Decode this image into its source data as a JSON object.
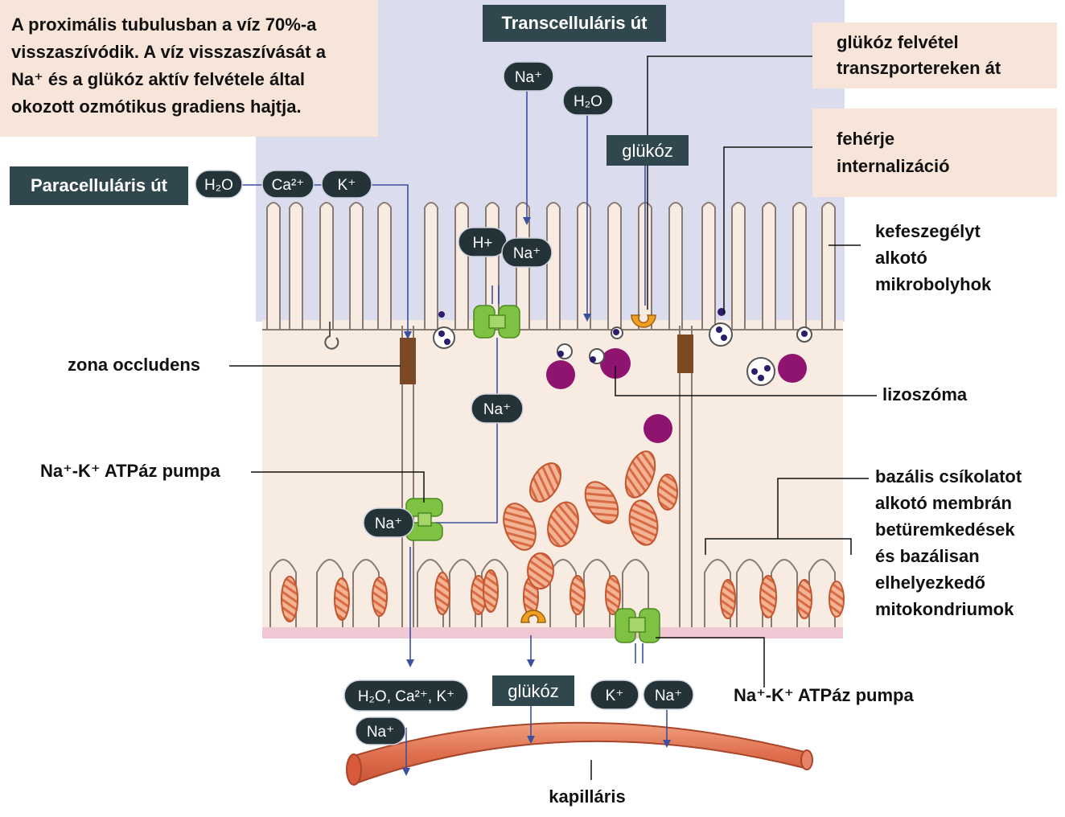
{
  "intro": {
    "lines": [
      "A proximális tubulusban a víz 70%-a",
      "visszaszívódik. A víz visszaszívását a",
      "Na⁺ és a glükóz aktív felvétele által",
      "okozott ozmótikus gradiens hajtja."
    ]
  },
  "headers": {
    "transcellular": "Transcelluláris út",
    "paracellular": "Paracelluláris út"
  },
  "ions": {
    "apical_na": "Na⁺",
    "apical_h2o": "H₂O",
    "para_h2o": "H₂O",
    "para_ca": "Ca²⁺",
    "para_k": "K⁺",
    "exch_h": "H+",
    "exch_na": "Na⁺",
    "cyto_na": "Na⁺",
    "pump_na": "Na⁺",
    "blood_combo": "H₂O, Ca²⁺, K⁺",
    "blood_na": "Na⁺",
    "blood_k": "K⁺",
    "blood_na2": "Na⁺"
  },
  "glucose": {
    "apical": "glükóz",
    "basal": "glükóz"
  },
  "labels": {
    "glucose_uptake": [
      "glükóz felvétel",
      "transzportereken át"
    ],
    "protein": [
      "fehérje",
      "internalizáció"
    ],
    "brush_border": [
      "kefeszegélyt",
      "alkotó",
      "mikrobolyhok"
    ],
    "zona": "zona occludens",
    "lysosome": "lizoszóma",
    "pump_left": "Na⁺-K⁺ ATPáz pumpa",
    "basal_folds": [
      "bazális csíkolatot",
      "alkotó membrán",
      "betüremkedések",
      "és bazálisan",
      "elhelyezkedő",
      "mitokondriumok"
    ],
    "pump_right": "Na⁺-K⁺ ATPáz pumpa",
    "capillary": "kapilláris"
  },
  "colors": {
    "lumen": "#dcdcef",
    "cell": "#f8ece2",
    "note_bg": "#f8e5da",
    "header_bg": "#2f474d",
    "ion_bg": "#233338",
    "pump_green": "#7ec143",
    "lysosome": "#8f1470",
    "mito": "#e48c6c",
    "capillary": "#e8836a",
    "basement": "#f0c8d4"
  }
}
